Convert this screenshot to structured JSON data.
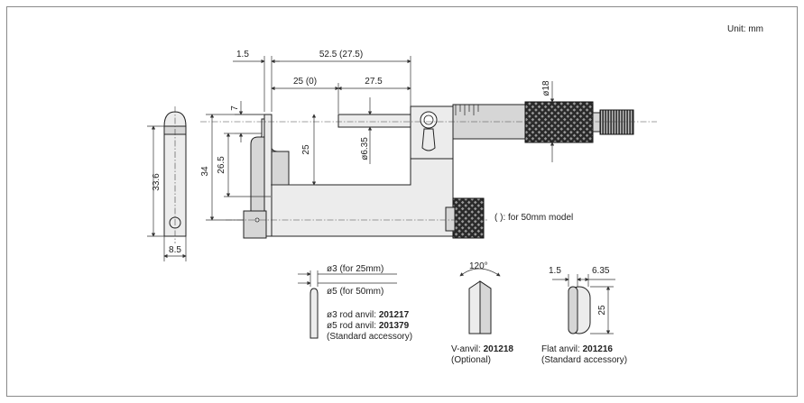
{
  "unit_label": "Unit: mm",
  "model_note": "( ): for 50mm model",
  "dimensions": {
    "d1_5_top": "1.5",
    "d52_5": "52.5 (27.5)",
    "d25_0": "25 (0)",
    "d27_5": "27.5",
    "d7": "7",
    "d25_vert": "25",
    "d6_35_dia": "ø6.35",
    "d18_dia": "ø18",
    "d34": "34",
    "d26_5": "26.5",
    "d33_6": "33.6",
    "d8_5": "8.5"
  },
  "rod_anvil": {
    "dia3": "ø3 (for 25mm)",
    "dia5": "ø5 (for 50mm)",
    "line1_prefix": "ø3 rod anvil: ",
    "line1_code": "201217",
    "line2_prefix": "ø5 rod anvil: ",
    "line2_code": "201379",
    "line3": "(Standard accessory)"
  },
  "v_anvil": {
    "angle": "120°",
    "prefix": "V-anvil: ",
    "code": "201218",
    "note": "(Optional)"
  },
  "flat_anvil": {
    "d1_5": "1.5",
    "d6_35": "6.35",
    "d25": "25",
    "prefix": "Flat anvil: ",
    "code": "201216",
    "note": "(Standard accessory)"
  }
}
